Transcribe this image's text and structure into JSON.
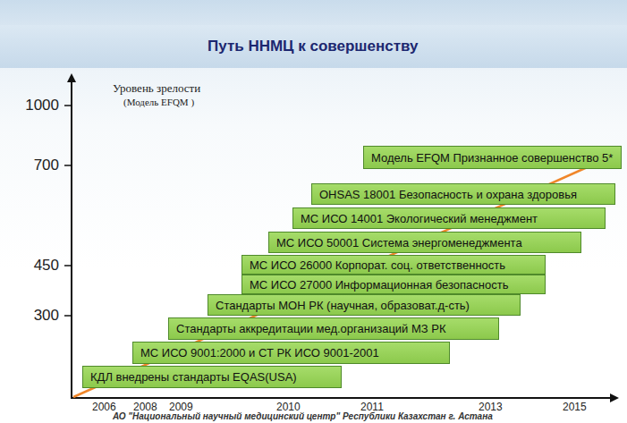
{
  "diagram": {
    "title": "Путь ННМЦ к совершенству",
    "caption": "АО \"Национальный научный медицинский центр\" Республики Казахстан г. Астана",
    "nodes": [
      {
        "text": [
          "Модель EFQM Признанное совершенство 5*"
        ]
      },
      {
        "text": [
          "OHSAS 18001 Безопасность и охрана здоровья"
        ]
      },
      {
        "text": [
          "МС ИСО 14001 Экологический менеджмент"
        ]
      },
      {
        "text": [
          "МС ИСО 50001 Система энергоменеджмента"
        ]
      },
      {
        "text": [
          "МС ИСО 26000 Корпорат. соц. ответственность"
        ]
      },
      {
        "text": [
          "МС ИСО 27000 Информационная безопасность"
        ]
      },
      {
        "text": [
          "Стандарты МОН РК (научная, образоват.д-сть)"
        ]
      },
      {
        "text": [
          "Стандарты аккредитации мед.организаций МЗ РК"
        ]
      },
      {
        "text": [
          "МС ИСО 9001:2000 и СТ РК ИСО 9001-2001"
        ]
      },
      {
        "text": [
          "КДЛ внедрены стандарты EQAS(USA)"
        ]
      }
    ],
    "labels": [
      "Уровень зрелости",
      "(Модель EFQM )",
      "1000",
      "700",
      "450",
      "300",
      "2006",
      "2008",
      "2009",
      "2010",
      "2011",
      "2013",
      "2015"
    ]
  }
}
